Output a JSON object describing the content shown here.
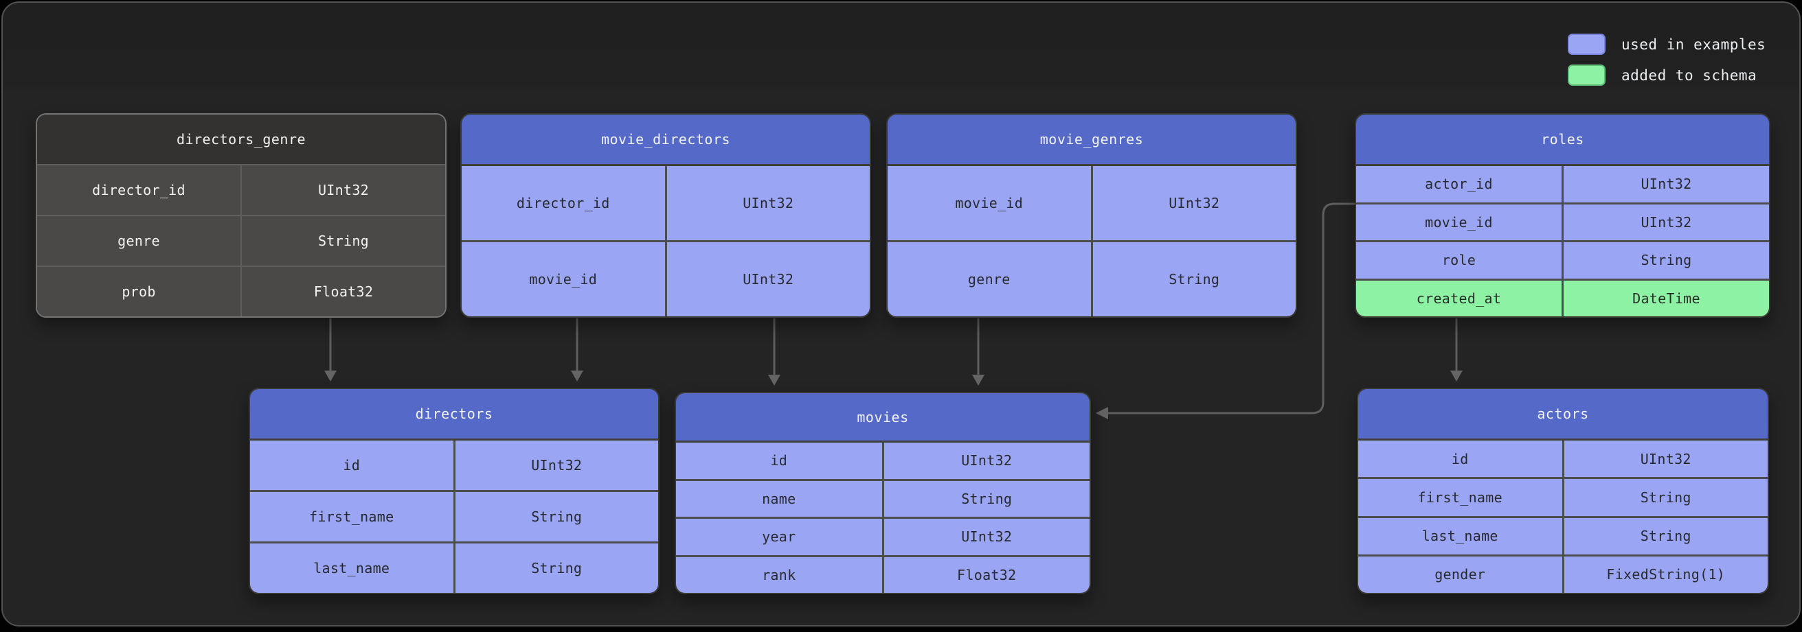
{
  "legend": {
    "items": [
      {
        "label": "used in examples",
        "color": "#9aa5f3"
      },
      {
        "label": "added to schema",
        "color": "#8ef2a4"
      }
    ]
  },
  "colors": {
    "used_in_examples": "#9aa5f3",
    "added_to_schema": "#8ef2a4",
    "table_header": "#5569c9",
    "muted_table_body": "#4b4948",
    "canvas_background": "#242424",
    "arrow": "#5e5e5e"
  },
  "tables": [
    {
      "name": "directors_genre",
      "variant": "gray",
      "fields": [
        {
          "name": "director_id",
          "type": "UInt32"
        },
        {
          "name": "genre",
          "type": "String"
        },
        {
          "name": "prob",
          "type": "Float32"
        }
      ]
    },
    {
      "name": "movie_directors",
      "variant": "blue",
      "fields": [
        {
          "name": "director_id",
          "type": "UInt32"
        },
        {
          "name": "movie_id",
          "type": "UInt32"
        }
      ]
    },
    {
      "name": "movie_genres",
      "variant": "blue",
      "fields": [
        {
          "name": "movie_id",
          "type": "UInt32"
        },
        {
          "name": "genre",
          "type": "String"
        }
      ]
    },
    {
      "name": "roles",
      "variant": "blue",
      "fields": [
        {
          "name": "actor_id",
          "type": "UInt32"
        },
        {
          "name": "movie_id",
          "type": "UInt32"
        },
        {
          "name": "role",
          "type": "String"
        },
        {
          "name": "created_at",
          "type": "DateTime",
          "status": "added"
        }
      ]
    },
    {
      "name": "directors",
      "variant": "blue",
      "fields": [
        {
          "name": "id",
          "type": "UInt32"
        },
        {
          "name": "first_name",
          "type": "String"
        },
        {
          "name": "last_name",
          "type": "String"
        }
      ]
    },
    {
      "name": "movies",
      "variant": "blue",
      "fields": [
        {
          "name": "id",
          "type": "UInt32"
        },
        {
          "name": "name",
          "type": "String"
        },
        {
          "name": "year",
          "type": "UInt32"
        },
        {
          "name": "rank",
          "type": "Float32"
        }
      ]
    },
    {
      "name": "actors",
      "variant": "blue",
      "fields": [
        {
          "name": "id",
          "type": "UInt32"
        },
        {
          "name": "first_name",
          "type": "String"
        },
        {
          "name": "last_name",
          "type": "String"
        },
        {
          "name": "gender",
          "type": "FixedString(1)"
        }
      ]
    }
  ],
  "relationships": [
    {
      "from": "directors_genre",
      "to": "directors"
    },
    {
      "from": "movie_directors",
      "to": "directors"
    },
    {
      "from": "movie_directors",
      "to": "movies"
    },
    {
      "from": "movie_genres",
      "to": "movies"
    },
    {
      "from": "roles",
      "to": "movies"
    },
    {
      "from": "roles",
      "to": "actors"
    }
  ]
}
